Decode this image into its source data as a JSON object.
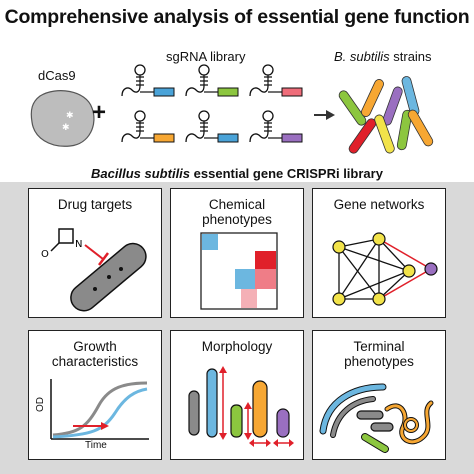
{
  "title": "Comprehensive analysis of essential gene function",
  "top": {
    "dcas9_label": "dCas9",
    "sgrna_label": "sgRNA library",
    "strains_label_italic": "B. subtilis",
    "strains_label_rest": " strains",
    "plus": "+"
  },
  "subtitle_italic": "Bacillus subtilis",
  "subtitle_rest": " essential gene CRISPRi library",
  "panels": [
    {
      "label": "Drug targets"
    },
    {
      "label": "Chemical\nphenotypes"
    },
    {
      "label": "Gene networks"
    },
    {
      "label": "Growth\ncharacteristics"
    },
    {
      "label": "Morphology"
    },
    {
      "label": "Terminal\nphenotypes"
    }
  ],
  "growth_axes": {
    "ylabel": "OD",
    "xlabel": "Time"
  },
  "colors": {
    "red": "#e0202a",
    "blue": "#6cb7e0",
    "green": "#8cc63f",
    "orange": "#f7a733",
    "purple": "#9a6fc0",
    "gray": "#8a8a8a",
    "yellow": "#f2e34a",
    "light_gray_bg": "#d9d9d9"
  },
  "sgrna_tag_colors": [
    "#4aa3d8",
    "#8cc63f",
    "#ef6d7a",
    "#f7a733",
    "#4aa3d8",
    "#9a6fc0"
  ],
  "strain_colors": [
    "#8cc63f",
    "#f7a733",
    "#9a6fc0",
    "#6cb7e0",
    "#e0202a",
    "#f2e34a",
    "#8cc63f",
    "#f7a733"
  ]
}
